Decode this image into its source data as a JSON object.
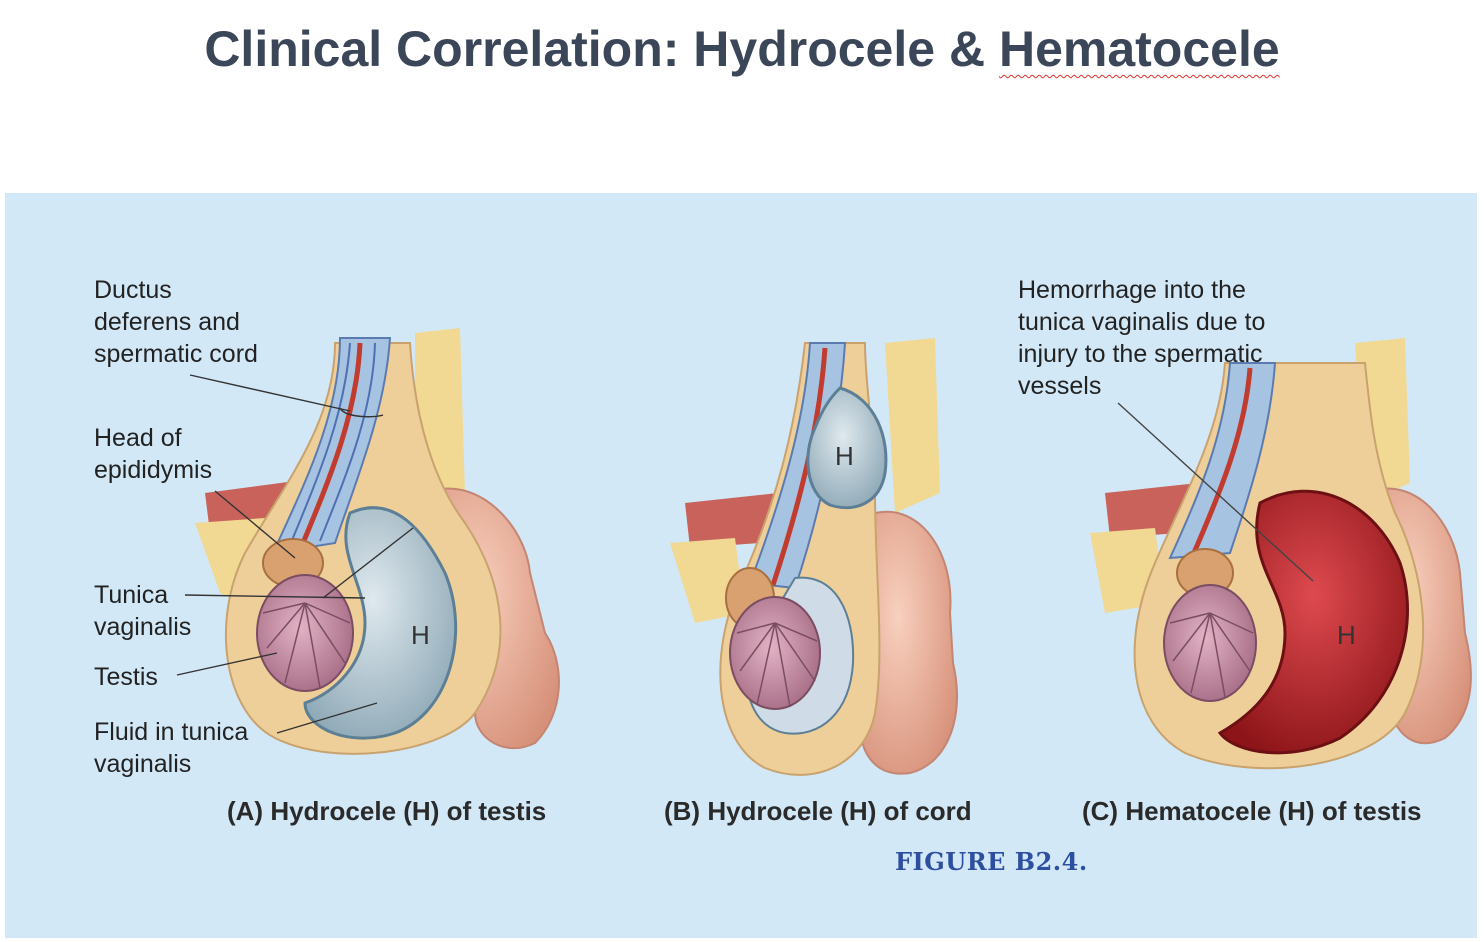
{
  "title": {
    "main": "Clinical Correlation: Hydrocele & ",
    "underlined": "Hematocele"
  },
  "labels": {
    "ductus": [
      "Ductus",
      "deferens and",
      "spermatic cord"
    ],
    "head": [
      "Head of",
      "epididymis"
    ],
    "tunica": [
      "Tunica",
      "vaginalis"
    ],
    "testis": [
      "Testis"
    ],
    "fluid": [
      "Fluid in tunica",
      "vaginalis"
    ],
    "hemorrhage": [
      "Hemorrhage into the",
      "tunica vaginalis due to",
      "injury to the spermatic",
      "vessels"
    ]
  },
  "h_marks": {
    "a": "H",
    "b": "H",
    "c": "H"
  },
  "captions": {
    "a": "(A) Hydrocele (H) of testis",
    "b": "(B) Hydrocele (H) of cord",
    "c": "(C) Hematocele (H) of testis"
  },
  "figure_number": "FIGURE B2.4.",
  "colors": {
    "background": "#d3e8f7",
    "fluid": "#b9ccd6",
    "blood": "#b8242c",
    "skin": "#f0b9a2",
    "fat": "#f3dc94",
    "testis": "#c98aa3",
    "title": "#3b4659",
    "figure_number": "#2e4fa0"
  }
}
